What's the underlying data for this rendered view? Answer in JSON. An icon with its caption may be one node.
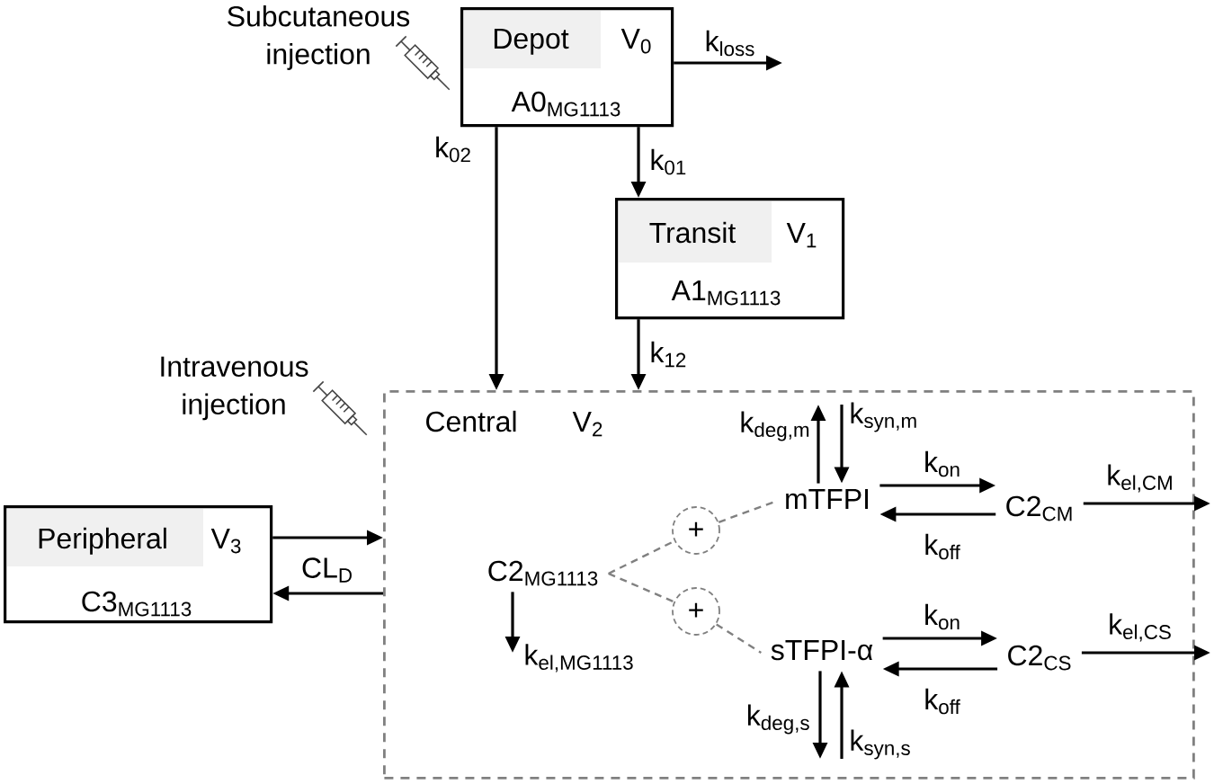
{
  "diagram": {
    "nodes": [
      {
        "text": [
          "Depot",
          "V$_{0}$",
          "A0$_{MG1113}$"
        ]
      },
      {
        "text": [
          "Transit",
          "V$_{1}$",
          "A1$_{MG1113}$"
        ]
      },
      {
        "text": [
          "Central",
          "V$_{2}$"
        ]
      },
      {
        "text": [
          "Peripheral",
          "V$_{3}$",
          "C3$_{MG1113}$"
        ]
      },
      {
        "text": [
          "C2$_{MG1113}$"
        ],
        "in": 2
      },
      {
        "text": [
          "mTFPI"
        ],
        "in": 2
      },
      {
        "text": [
          "sTFPI-α"
        ],
        "in": 2
      },
      {
        "text": [
          "C2$_{CM}$"
        ],
        "in": 2
      },
      {
        "text": [
          "C2$_{CS}$"
        ],
        "in": 2
      },
      {
        "text": [
          "+"
        ],
        "in": 2
      },
      {
        "text": [
          "+"
        ],
        "in": 2
      }
    ],
    "edges": [
      {
        "from": 0,
        "to": 1,
        "arrow": "to",
        "label": "k$_{01}$"
      },
      {
        "from": 0,
        "to": 2,
        "arrow": "to",
        "label": "k$_{02}$"
      },
      {
        "from": 1,
        "to": 2,
        "arrow": "to",
        "label": "k$_{12}$"
      },
      {
        "from": 0,
        "to": null,
        "arrow": "to",
        "label": "k$_{loss}$"
      },
      {
        "from": 3,
        "to": 2,
        "arrow": "to"
      },
      {
        "from": 2,
        "to": 3,
        "arrow": "to",
        "label": "CL$_{D}$"
      },
      {
        "from": 5,
        "to": 7,
        "arrow": "to",
        "label": "k$_{on}$"
      },
      {
        "from": 7,
        "to": 5,
        "arrow": "to",
        "label": "k$_{off}$"
      },
      {
        "from": 6,
        "to": 8,
        "arrow": "to",
        "label": "k$_{on}$"
      },
      {
        "from": 8,
        "to": 6,
        "arrow": "to",
        "label": "k$_{off}$"
      },
      {
        "from": 7,
        "to": null,
        "arrow": "to",
        "label": "k$_{el,CM}$"
      },
      {
        "from": 8,
        "to": null,
        "arrow": "to",
        "label": "k$_{el,CS}$"
      },
      {
        "from": 4,
        "to": null,
        "arrow": "to",
        "label": "k$_{el,MG1113}$"
      },
      {
        "from": 5,
        "to": null,
        "arrow": "to",
        "label": "k$_{deg,m}$"
      },
      {
        "from": null,
        "to": 5,
        "arrow": "to",
        "label": "k$_{syn,m}$"
      },
      {
        "from": 6,
        "to": null,
        "arrow": "to",
        "label": "k$_{deg,s}$"
      },
      {
        "from": null,
        "to": 6,
        "arrow": "to",
        "label": "k$_{syn,s}$"
      },
      {
        "from": 4,
        "to": 9,
        "arrow": "none",
        "style": "dashed",
        "color": "#808080"
      },
      {
        "from": 9,
        "to": 5,
        "arrow": "none",
        "style": "dashed",
        "color": "#808080"
      },
      {
        "from": 4,
        "to": 10,
        "arrow": "none",
        "style": "dashed",
        "color": "#808080"
      },
      {
        "from": 10,
        "to": 6,
        "arrow": "none",
        "style": "dashed",
        "color": "#808080"
      }
    ],
    "labels": [
      "Subcutaneous injection",
      "Intravenous injection"
    ]
  }
}
